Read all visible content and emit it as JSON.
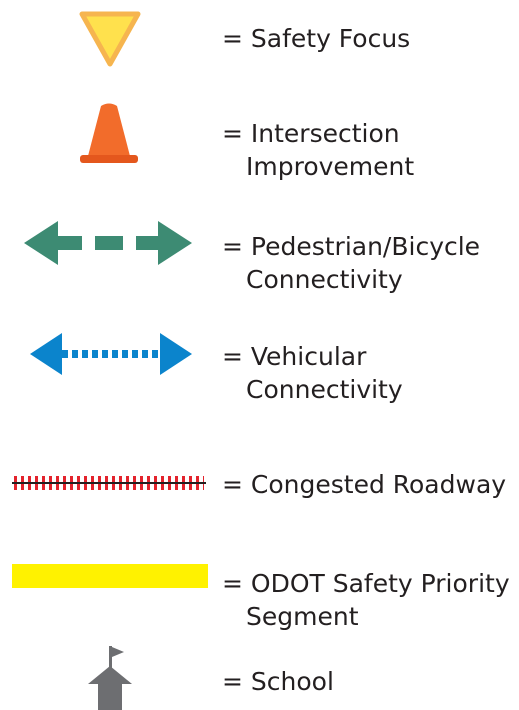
{
  "colors": {
    "safety_focus_fill": "#ffe14d",
    "safety_focus_stroke": "#f6b54f",
    "cone": "#f26c2b",
    "cone_base": "#e4571d",
    "ped_bike": "#3d8b73",
    "vehicular": "#0b84cc",
    "congested_red": "#e3232c",
    "congested_line": "#231f20",
    "odot_yellow": "#fff200",
    "school": "#6d6e71"
  },
  "legend": {
    "items": [
      {
        "icon": "yield-triangle-icon",
        "label_line1": "= Safety Focus",
        "label_line2": ""
      },
      {
        "icon": "traffic-cone-icon",
        "label_line1": "= Intersection",
        "label_line2": "Improvement"
      },
      {
        "icon": "dashed-double-arrow-icon",
        "label_line1": "= Pedestrian/Bicycle",
        "label_line2": "Connectivity"
      },
      {
        "icon": "dotted-double-arrow-icon",
        "label_line1": "= Vehicular",
        "label_line2": "Connectivity"
      },
      {
        "icon": "hatched-line-icon",
        "label_line1": "= Congested Roadway",
        "label_line2": ""
      },
      {
        "icon": "yellow-bar-icon",
        "label_line1": "= ODOT Safety Priority",
        "label_line2": "Segment"
      },
      {
        "icon": "school-icon",
        "label_line1": "= School",
        "label_line2": ""
      }
    ]
  }
}
